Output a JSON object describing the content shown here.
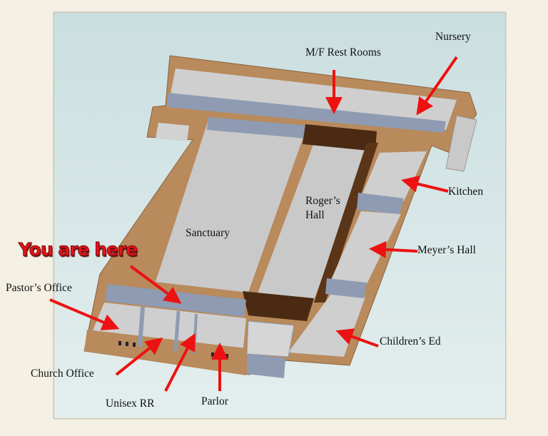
{
  "labels": {
    "nursery": "Nursery",
    "restrooms": "M/F Rest Rooms",
    "kitchen": "Kitchen",
    "rogers_hall_1": "Roger’s",
    "rogers_hall_2": "Hall",
    "sanctuary": "Sanctuary",
    "meyers_hall": "Meyer’s Hall",
    "you_are_here": "You are here",
    "pastors_office": "Pastor’s Office",
    "childrens_ed": "Children’s Ed",
    "church_office": "Church Office",
    "unisex_rr": "Unisex RR",
    "parlor": "Parlor"
  },
  "colors": {
    "arrow": "#ee1111",
    "wall": "#c99b6b",
    "floor": "#c9c9c9",
    "inner_wall": "#8e9bb2",
    "dark_wall": "#4a2a12"
  }
}
